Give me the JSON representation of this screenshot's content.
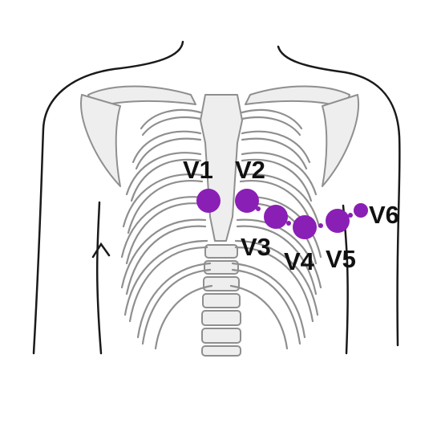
{
  "diagram": {
    "electrode_color": "#8a1fb5",
    "outline_color": "#1a1a1a",
    "bone_stroke": "#8f8f8f",
    "bone_fill": "#eeeeee",
    "labels": {
      "v1": "V1",
      "v2": "V2",
      "v3": "V3",
      "v4": "V4",
      "v5": "V5",
      "v6": "V6"
    }
  }
}
